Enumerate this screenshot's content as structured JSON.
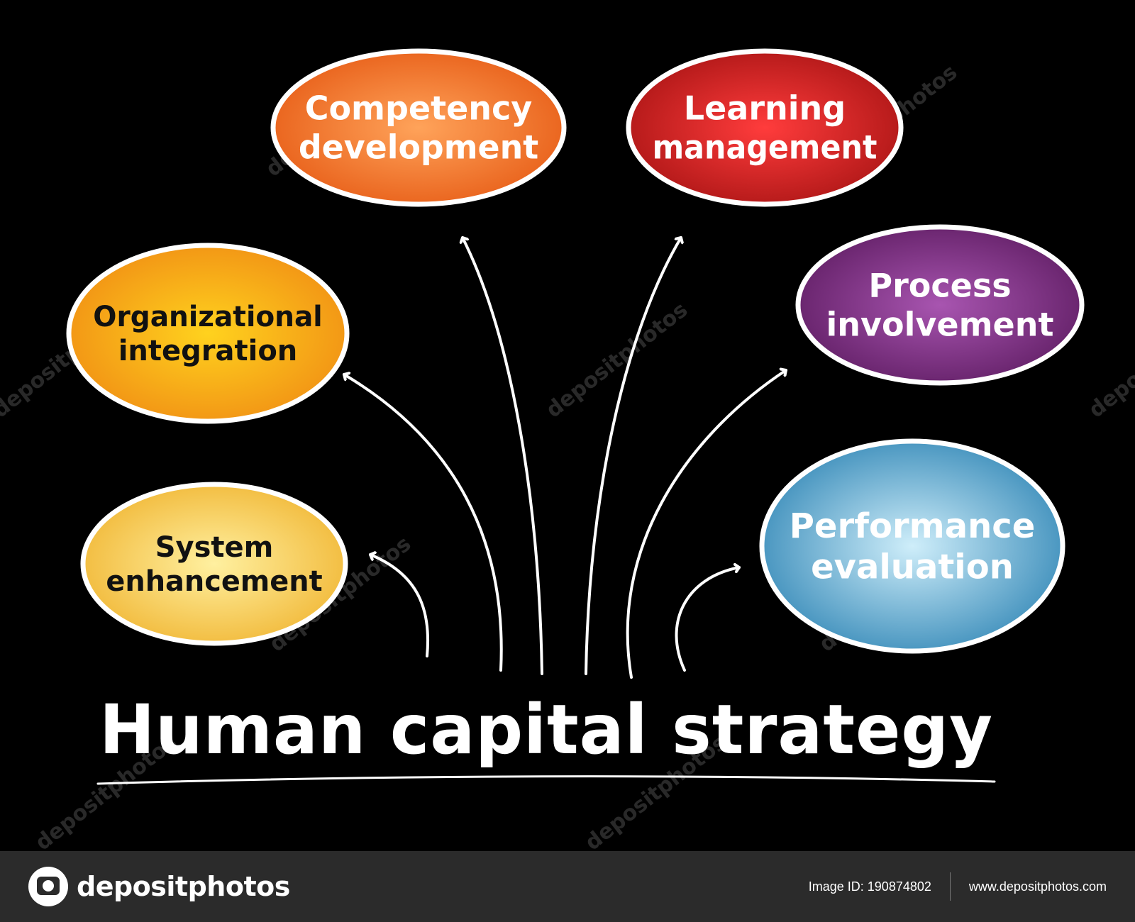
{
  "title": "Human capital strategy",
  "nodes": [
    {
      "id": "competency-development",
      "line1": "Competency",
      "line2": "development",
      "color_light": "#ffa35a",
      "color_dark": "#e65a14"
    },
    {
      "id": "learning-management",
      "line1": "Learning",
      "line2": "management",
      "color_light": "#ff3c3c",
      "color_dark": "#a81414"
    },
    {
      "id": "organizational-integration",
      "line1": "Organizational",
      "line2": "integration",
      "color_light": "#ffd21e",
      "color_dark": "#f08c14"
    },
    {
      "id": "process-involvement",
      "line1": "Process",
      "line2": "involvement",
      "color_light": "#a855b0",
      "color_dark": "#5e1c62"
    },
    {
      "id": "system-enhancement",
      "line1": "System",
      "line2": "enhancement",
      "color_light": "#fff0a0",
      "color_dark": "#f0b430"
    },
    {
      "id": "performance-evaluation",
      "line1": "Performance",
      "line2": "evaluation",
      "color_light": "#cfeefa",
      "color_dark": "#2f85b5"
    }
  ],
  "watermark": {
    "text": "depositphotos"
  },
  "footer": {
    "brand": "depositphotos",
    "image_id": "Image ID: 190874802",
    "url": "www.depositphotos.com"
  }
}
